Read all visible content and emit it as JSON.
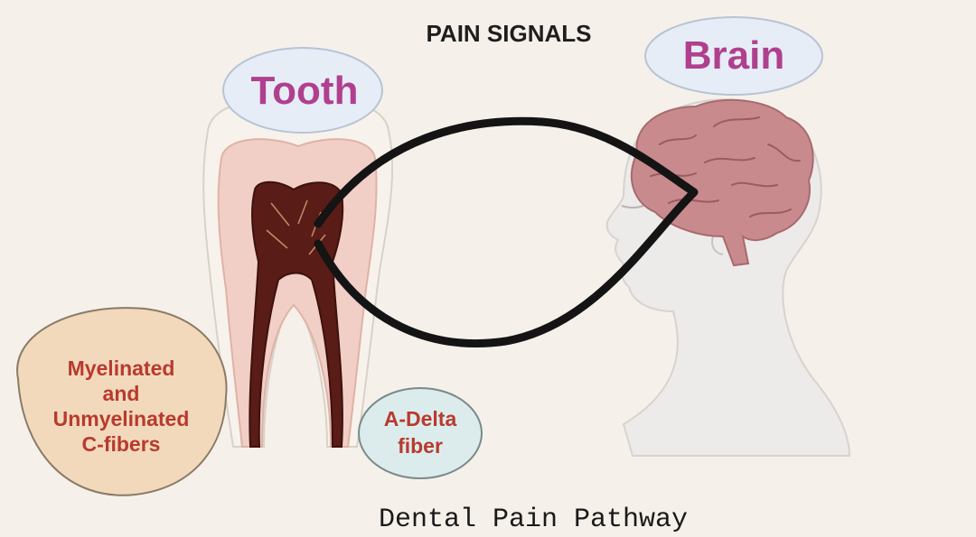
{
  "header": {
    "title": "PAIN SIGNALS"
  },
  "labels": {
    "tooth": "Tooth",
    "brain": "Brain",
    "c_fibers": [
      "Myelinated",
      "and",
      "Unmyelinated",
      "C-fibers"
    ],
    "a_delta": [
      "A-Delta",
      "fiber"
    ]
  },
  "footer": {
    "caption": "Dental Pain Pathway"
  },
  "colors": {
    "background": "#f5f1ea",
    "label_text": "#b0408e",
    "fiber_text": "#b83a2e",
    "tooth_bubble": "#e6edf7",
    "brain_bubble": "#e6edf7",
    "c_fiber_bubble": "#f2d9bc",
    "a_delta_bubble": "#dcecec",
    "pathway_stroke": "#141414",
    "brain_fill": "#c98a8e",
    "head_fill": "#ecebea",
    "pulp_fill": "#5a1c16",
    "dentin_fill": "#f1cfc6",
    "enamel_fill": "#f7f3ec"
  }
}
